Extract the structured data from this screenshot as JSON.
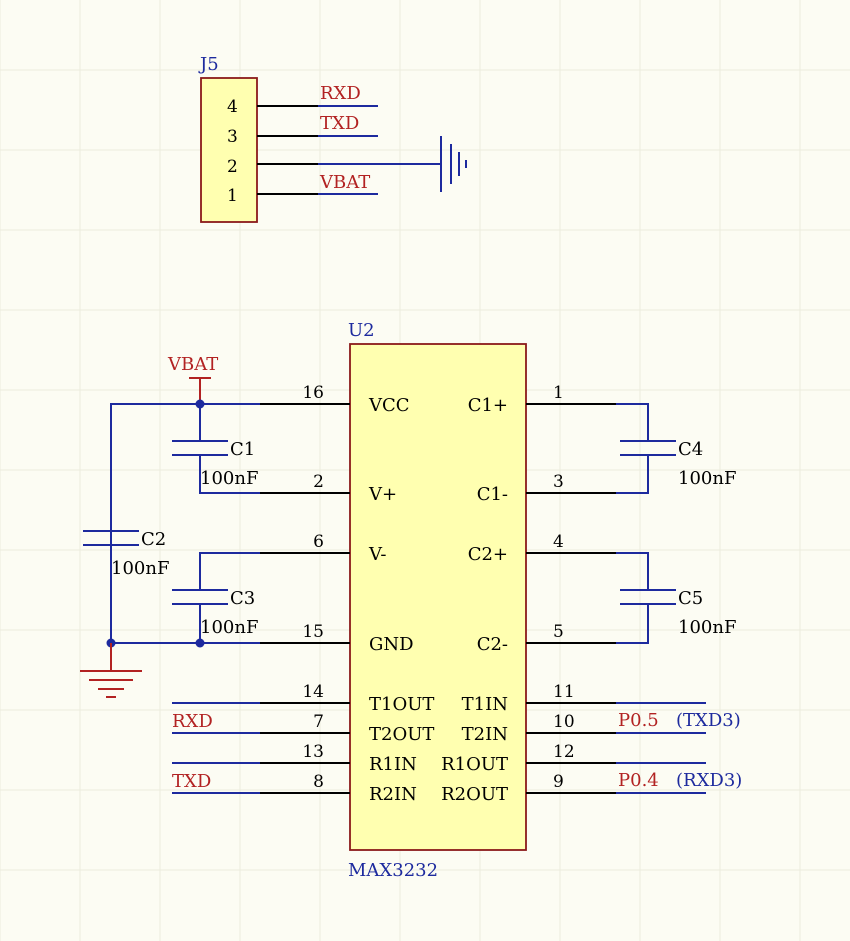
{
  "connector": {
    "ref": "J5",
    "pins": [
      "4",
      "3",
      "2",
      "1"
    ],
    "nets": {
      "pin4": "RXD",
      "pin3": "TXD",
      "pin1": "VBAT"
    }
  },
  "ic": {
    "ref": "U2",
    "value": "MAX3232",
    "left_pins": [
      {
        "num": "16",
        "name": "VCC"
      },
      {
        "num": "2",
        "name": "V+"
      },
      {
        "num": "6",
        "name": "V-"
      },
      {
        "num": "15",
        "name": "GND"
      },
      {
        "num": "14",
        "name": "T1OUT"
      },
      {
        "num": "7",
        "name": "T2OUT"
      },
      {
        "num": "13",
        "name": "R1IN"
      },
      {
        "num": "8",
        "name": "R2IN"
      }
    ],
    "right_pins": [
      {
        "num": "1",
        "name": "C1+"
      },
      {
        "num": "3",
        "name": "C1-"
      },
      {
        "num": "4",
        "name": "C2+"
      },
      {
        "num": "5",
        "name": "C2-"
      },
      {
        "num": "11",
        "name": "T1IN"
      },
      {
        "num": "10",
        "name": "T2IN"
      },
      {
        "num": "12",
        "name": "R1OUT"
      },
      {
        "num": "9",
        "name": "R2OUT"
      }
    ]
  },
  "capacitors": [
    {
      "ref": "C1",
      "value": "100nF"
    },
    {
      "ref": "C2",
      "value": "100nF"
    },
    {
      "ref": "C3",
      "value": "100nF"
    },
    {
      "ref": "C4",
      "value": "100nF"
    },
    {
      "ref": "C5",
      "value": "100nF"
    }
  ],
  "power_port": "VBAT",
  "left_nets": {
    "t2out": "RXD",
    "r2in": "TXD"
  },
  "right_nets": {
    "t2in": {
      "net": "P0.5",
      "note": "(TXD3)"
    },
    "r2out": {
      "net": "P0.4",
      "note": "(RXD3)"
    }
  },
  "colors": {
    "background": "#FCFCF3",
    "wire": "#1D2A9E",
    "component_fill": "#FFFFB0",
    "component_border": "#8B1A1A",
    "net_label": "#B22222",
    "pin_line": "#000000"
  }
}
